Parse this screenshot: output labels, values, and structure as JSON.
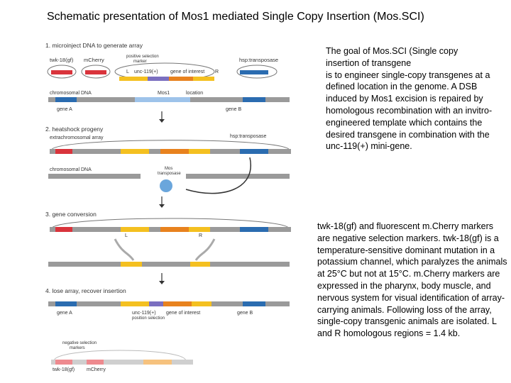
{
  "title": "Schematic presentation of Mos1 mediated Single Copy Insertion (Mos.SCI)",
  "para1": "The goal of Mos.SCI (Single copy\ninsertion of transgene\n is to engineer single-copy transgenes at a defined location in the genome. A DSB induced by Mos1 excision is repaired by homologous recombination with an invitro-engineered template which contains the desired transgene in combination with the unc-119(+) mini-gene.",
  "para2": "twk-18(gf) and fluorescent m.Cherry markers are negative selection markers. twk-18(gf) is a temperature-sensitive dominant mutation in a potassium channel, which paralyzes the animals at 25°C but not at 15°C. m.Cherry markers are expressed in the pharynx, body muscle, and nervous system for visual identification of array-carrying animals. Following loss of the array, single-copy transgenic animals are isolated. L and R homologous regions = 1.4 kb.",
  "figure": {
    "step1": "1. microinject DNA to generate array",
    "twk": "twk-18(gf)",
    "mcherry": "mCherry",
    "positive_sel": "positive selection",
    "marker": "marker",
    "L": "L",
    "R": "R",
    "unc": "unc-119(+)",
    "goi": "gene of interest",
    "hsp": "hsp:transposase",
    "chromosomal": "chromosomal DNA",
    "location": "location",
    "mos1": "Mos1",
    "geneA": "gene A",
    "geneB": "gene B",
    "step2": "2. heatshock progeny",
    "extrachrom": "extrachromosomal array",
    "mos_trans": "Mos",
    "mos_trans2": "transposase",
    "step3": "3. gene conversion",
    "step4": "4. lose array, recover insertion",
    "pos_sel_marker": "position selection",
    "neg_sel": "negative selection",
    "markers": "markers"
  },
  "colors": {
    "red": "#d9343c",
    "yellow": "#f4c020",
    "orange": "#e8821e",
    "purple": "#7b6fc0",
    "gray": "#9a9a9a",
    "blue": "#2b6cb0",
    "lightblue": "#9ec3ea"
  }
}
